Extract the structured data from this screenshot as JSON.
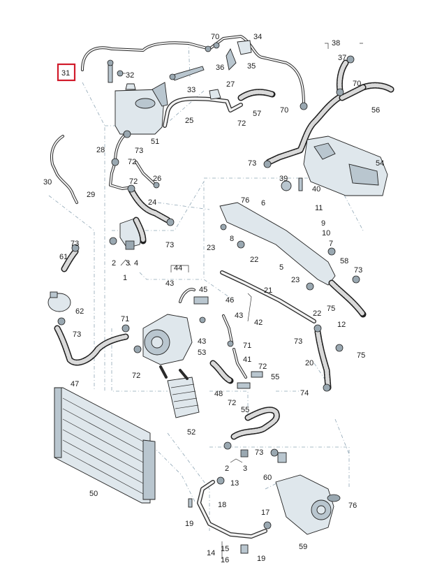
{
  "diagram": {
    "highlighted_part": "31",
    "highlight_color": "#d11a2a",
    "labels": [
      {
        "id": "31",
        "text": "31"
      },
      {
        "id": "32",
        "text": "32"
      },
      {
        "id": "70a",
        "text": "70"
      },
      {
        "id": "34",
        "text": "34"
      },
      {
        "id": "35",
        "text": "35"
      },
      {
        "id": "36",
        "text": "36"
      },
      {
        "id": "38",
        "text": "38"
      },
      {
        "id": "37",
        "text": "37"
      },
      {
        "id": "70b",
        "text": "70"
      },
      {
        "id": "56",
        "text": "56"
      },
      {
        "id": "33",
        "text": "33"
      },
      {
        "id": "27",
        "text": "27"
      },
      {
        "id": "57",
        "text": "57"
      },
      {
        "id": "70c",
        "text": "70"
      },
      {
        "id": "25",
        "text": "25"
      },
      {
        "id": "72a",
        "text": "72"
      },
      {
        "id": "51",
        "text": "51"
      },
      {
        "id": "28",
        "text": "28"
      },
      {
        "id": "73a",
        "text": "73"
      },
      {
        "id": "72b",
        "text": "72"
      },
      {
        "id": "26",
        "text": "26"
      },
      {
        "id": "30",
        "text": "30"
      },
      {
        "id": "29",
        "text": "29"
      },
      {
        "id": "72c",
        "text": "72"
      },
      {
        "id": "73b",
        "text": "73"
      },
      {
        "id": "54",
        "text": "54"
      },
      {
        "id": "39",
        "text": "39"
      },
      {
        "id": "40",
        "text": "40"
      },
      {
        "id": "76a",
        "text": "76"
      },
      {
        "id": "6",
        "text": "6"
      },
      {
        "id": "11",
        "text": "11"
      },
      {
        "id": "9",
        "text": "9"
      },
      {
        "id": "10",
        "text": "10"
      },
      {
        "id": "24",
        "text": "24"
      },
      {
        "id": "73c",
        "text": "73"
      },
      {
        "id": "73d",
        "text": "73"
      },
      {
        "id": "61",
        "text": "61"
      },
      {
        "id": "2a",
        "text": "2"
      },
      {
        "id": "3a",
        "text": "3"
      },
      {
        "id": "4",
        "text": "4"
      },
      {
        "id": "1",
        "text": "1"
      },
      {
        "id": "23a",
        "text": "23"
      },
      {
        "id": "8",
        "text": "8"
      },
      {
        "id": "22a",
        "text": "22"
      },
      {
        "id": "5",
        "text": "5"
      },
      {
        "id": "7",
        "text": "7"
      },
      {
        "id": "58",
        "text": "58"
      },
      {
        "id": "73e",
        "text": "73"
      },
      {
        "id": "44",
        "text": "44"
      },
      {
        "id": "43a",
        "text": "43"
      },
      {
        "id": "45",
        "text": "45"
      },
      {
        "id": "46",
        "text": "46"
      },
      {
        "id": "21",
        "text": "21"
      },
      {
        "id": "23b",
        "text": "23"
      },
      {
        "id": "22b",
        "text": "22"
      },
      {
        "id": "75a",
        "text": "75"
      },
      {
        "id": "62",
        "text": "62"
      },
      {
        "id": "71a",
        "text": "71"
      },
      {
        "id": "73f",
        "text": "73"
      },
      {
        "id": "43b",
        "text": "43"
      },
      {
        "id": "42",
        "text": "42"
      },
      {
        "id": "12",
        "text": "12"
      },
      {
        "id": "43c",
        "text": "43"
      },
      {
        "id": "53",
        "text": "53"
      },
      {
        "id": "71b",
        "text": "71"
      },
      {
        "id": "73g",
        "text": "73"
      },
      {
        "id": "75b",
        "text": "75"
      },
      {
        "id": "41",
        "text": "41"
      },
      {
        "id": "72d",
        "text": "72"
      },
      {
        "id": "20",
        "text": "20"
      },
      {
        "id": "72e",
        "text": "72"
      },
      {
        "id": "55a",
        "text": "55"
      },
      {
        "id": "47",
        "text": "47"
      },
      {
        "id": "48",
        "text": "48"
      },
      {
        "id": "72f",
        "text": "72"
      },
      {
        "id": "74",
        "text": "74"
      },
      {
        "id": "55b",
        "text": "55"
      },
      {
        "id": "52",
        "text": "52"
      },
      {
        "id": "2b",
        "text": "2"
      },
      {
        "id": "3b",
        "text": "3"
      },
      {
        "id": "73h",
        "text": "73"
      },
      {
        "id": "60",
        "text": "60"
      },
      {
        "id": "13",
        "text": "13"
      },
      {
        "id": "50",
        "text": "50"
      },
      {
        "id": "18",
        "text": "18"
      },
      {
        "id": "76b",
        "text": "76"
      },
      {
        "id": "17",
        "text": "17"
      },
      {
        "id": "19a",
        "text": "19"
      },
      {
        "id": "59",
        "text": "59"
      },
      {
        "id": "15",
        "text": "15"
      },
      {
        "id": "14",
        "text": "14"
      },
      {
        "id": "16",
        "text": "16"
      },
      {
        "id": "19b",
        "text": "19"
      }
    ]
  }
}
